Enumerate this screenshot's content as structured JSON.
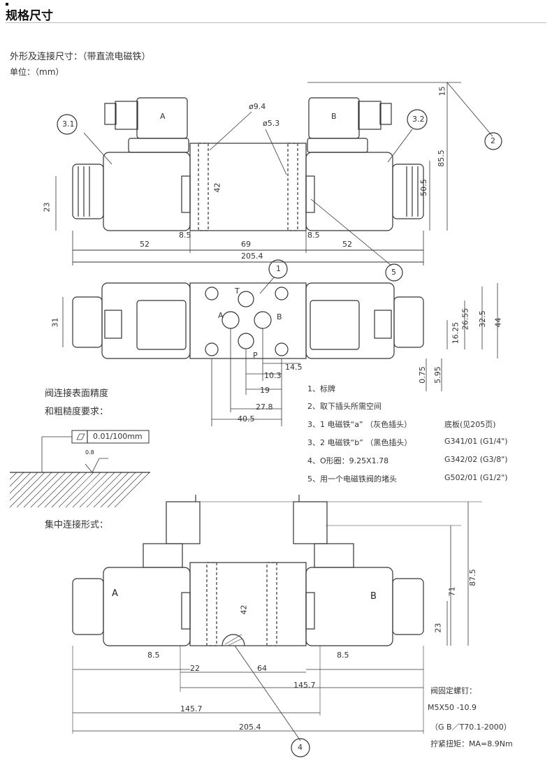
{
  "header": {
    "title": "规格尺寸"
  },
  "intro": {
    "line1": "外形及连接尺寸：（带直流电磁铁）",
    "line2": "单位：（mm）"
  },
  "top_view": {
    "balloon_31": "3.1",
    "balloon_32": "3.2",
    "balloon_2": "2",
    "balloon_5": "5",
    "coil_a": "A",
    "coil_b": "B",
    "d_phi94": "ø9.4",
    "d_phi53": "ø5.3",
    "d_42": "42",
    "d_23": "23",
    "d_85l": "8.5",
    "d_85r": "8.5",
    "d_52l": "52",
    "d_69": "69",
    "d_52r": "52",
    "d_2054": "205.4",
    "d_15": "15",
    "d_855": "85.5",
    "d_505": "50.5"
  },
  "plan_view": {
    "balloon_1": "1",
    "port_t": "T",
    "port_a": "A",
    "port_b": "B",
    "port_p": "P",
    "d_31": "31",
    "d_1625": "16.25",
    "d_2655": "26.55",
    "d_325": "32.5",
    "d_44": "44",
    "d_075": "0.75",
    "d_595": "5.95",
    "d_103": "10.3",
    "d_145": "14.5",
    "d_19": "19",
    "d_278": "27.8",
    "d_405": "40.5"
  },
  "surface": {
    "line1": "阀连接表面精度",
    "line2": "和粗糙度要求：",
    "flatness": "0.01/100mm",
    "roughness": "0.8"
  },
  "notes": [
    {
      "n": "1、标牌",
      "r": ""
    },
    {
      "n": "2、取下插头所需空间",
      "r": ""
    },
    {
      "n": "3、1 电磁铁“a” （灰色插头）",
      "r": "底板(见205页)"
    },
    {
      "n": "3、2 电磁铁“b” （黑色插头）",
      "r": "G341/01 (G1/4\")"
    },
    {
      "n": "4、O形圈：9.25X1.78",
      "r": "G342/02 (G3/8\")"
    },
    {
      "n": "5、用一个电磁铁阀的堵头",
      "r": "G502/01 (G1/2\")"
    }
  ],
  "central": {
    "label": "集中连接形式：",
    "coil_a": "A",
    "coil_b": "B",
    "d_42": "42",
    "d_23": "23",
    "d_71": "71",
    "d_875": "87.5",
    "d_85l": "8.5",
    "d_85r": "8.5",
    "d_22": "22",
    "d_64": "64",
    "d_1457a": "145.7",
    "d_1457b": "145.7",
    "d_2054": "205.4",
    "balloon_4": "4"
  },
  "bolts": {
    "line1": "阀固定螺钉：",
    "line2": "M5X50 -10.9",
    "line3": "（G B／T70.1-2000）",
    "line4": "拧紧扭矩：MA=8.9Nm"
  }
}
